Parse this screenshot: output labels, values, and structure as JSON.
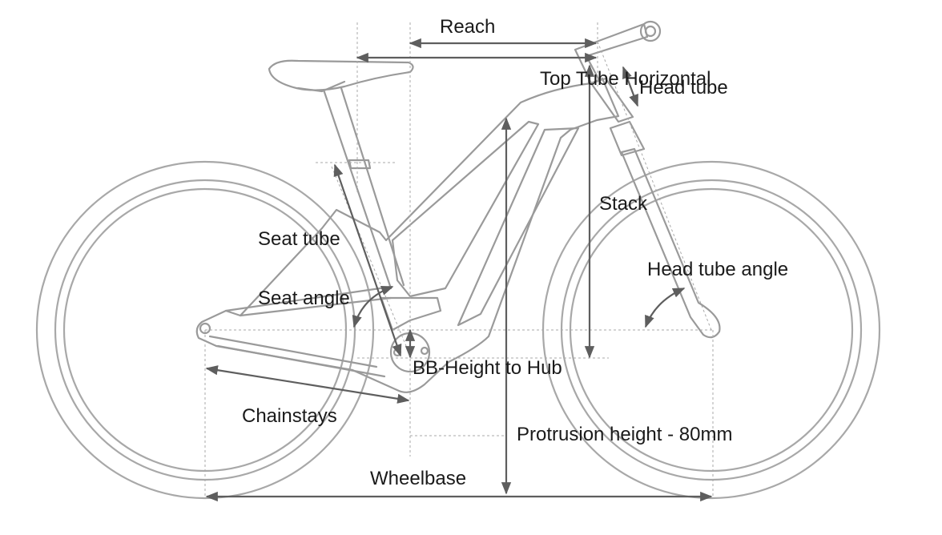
{
  "labels": {
    "reach": "Reach",
    "top_tube_horizontal": "Top Tube Horizontal",
    "head_tube": "Head tube",
    "stack": "Stack",
    "seat_tube": "Seat tube",
    "seat_angle": "Seat angle",
    "head_tube_angle": "Head tube angle",
    "bb_height_to_hub": "BB-Height to Hub",
    "chainstays": "Chainstays",
    "protrusion_height": "Protrusion height - 80mm",
    "wheelbase": "Wheelbase"
  },
  "colors": {
    "frame_stroke": "#9a9a9a",
    "dimension_arrow": "#5e5e5e",
    "guide_line": "#a9a9a9",
    "label_text": "#1a1a1a"
  }
}
